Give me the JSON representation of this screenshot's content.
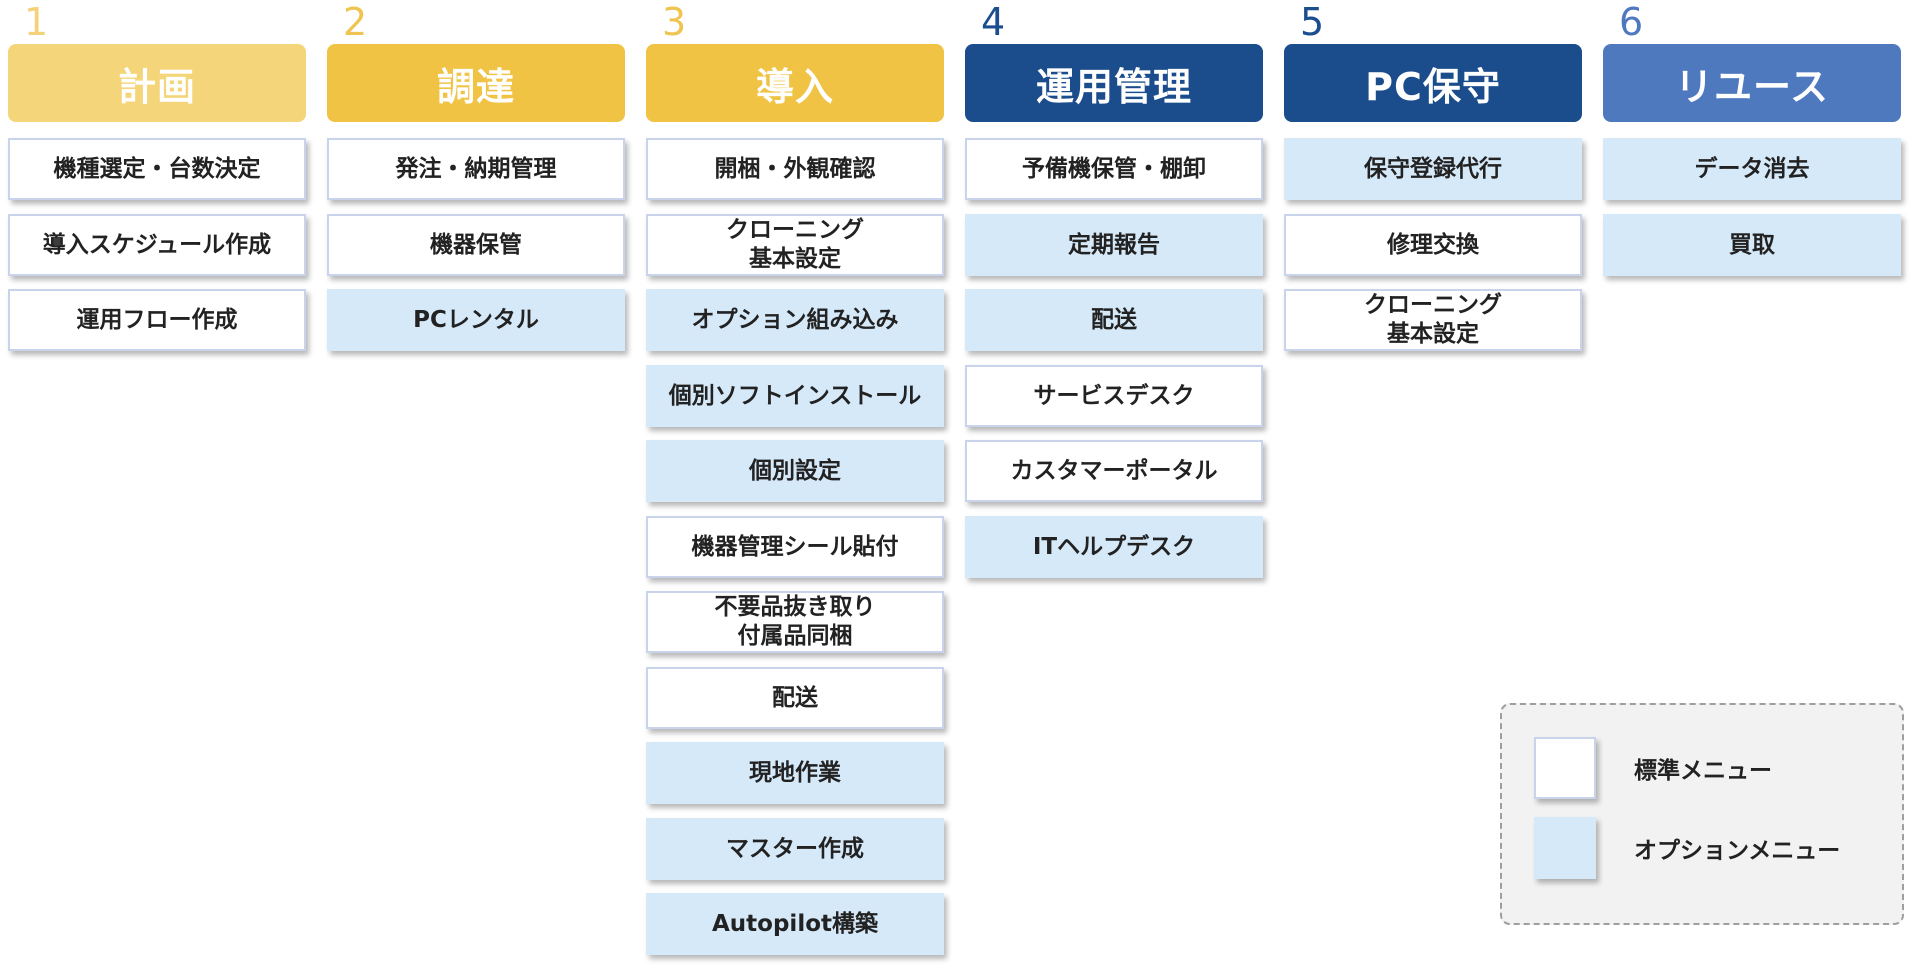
{
  "columns": [
    {
      "number": "1",
      "title": "計画",
      "number_color": "#f5d17a",
      "header_color": "#f5d57a",
      "items": [
        {
          "label": "機種選定・台数決定",
          "type": "standard"
        },
        {
          "label": "導入スケジュール作成",
          "type": "standard"
        },
        {
          "label": "運用フロー作成",
          "type": "standard"
        }
      ]
    },
    {
      "number": "2",
      "title": "調達",
      "number_color": "#f0c450",
      "header_color": "#f0c344",
      "items": [
        {
          "label": "発注・納期管理",
          "type": "standard"
        },
        {
          "label": "機器保管",
          "type": "standard"
        },
        {
          "label": "PCレンタル",
          "type": "option"
        }
      ]
    },
    {
      "number": "3",
      "title": "導入",
      "number_color": "#f0c450",
      "header_color": "#f0c344",
      "items": [
        {
          "label": "開梱・外観確認",
          "type": "standard"
        },
        {
          "label": "クローニング\n基本設定",
          "type": "standard"
        },
        {
          "label": "オプション組み込み",
          "type": "option"
        },
        {
          "label": "個別ソフトインストール",
          "type": "option"
        },
        {
          "label": "個別設定",
          "type": "option"
        },
        {
          "label": "機器管理シール貼付",
          "type": "standard"
        },
        {
          "label": "不要品抜き取り\n付属品同梱",
          "type": "standard"
        },
        {
          "label": "配送",
          "type": "standard"
        },
        {
          "label": "現地作業",
          "type": "option"
        },
        {
          "label": "マスター作成",
          "type": "option"
        },
        {
          "label": "Autopilot構築",
          "type": "option"
        }
      ]
    },
    {
      "number": "4",
      "title": "運用管理",
      "number_color": "#1b4e8e",
      "header_color": "#1b4c8c",
      "items": [
        {
          "label": "予備機保管・棚卸",
          "type": "standard"
        },
        {
          "label": "定期報告",
          "type": "option"
        },
        {
          "label": "配送",
          "type": "option"
        },
        {
          "label": "サービスデスク",
          "type": "standard"
        },
        {
          "label": "カスタマーポータル",
          "type": "standard"
        },
        {
          "label": "ITヘルプデスク",
          "type": "option"
        }
      ]
    },
    {
      "number": "5",
      "title": "PC保守",
      "number_color": "#1b4e8e",
      "header_color": "#1b4c8c",
      "items": [
        {
          "label": "保守登録代行",
          "type": "option"
        },
        {
          "label": "修理交換",
          "type": "standard"
        },
        {
          "label": "クローニング\n基本設定",
          "type": "standard"
        }
      ]
    },
    {
      "number": "6",
      "title": "リユース",
      "number_color": "#4e78bf",
      "header_color": "#4f79bf",
      "items": [
        {
          "label": "データ消去",
          "type": "option"
        },
        {
          "label": "買取",
          "type": "option"
        }
      ]
    }
  ],
  "legend": {
    "standard_label": "標準メニュー",
    "option_label": "オプションメニュー"
  }
}
